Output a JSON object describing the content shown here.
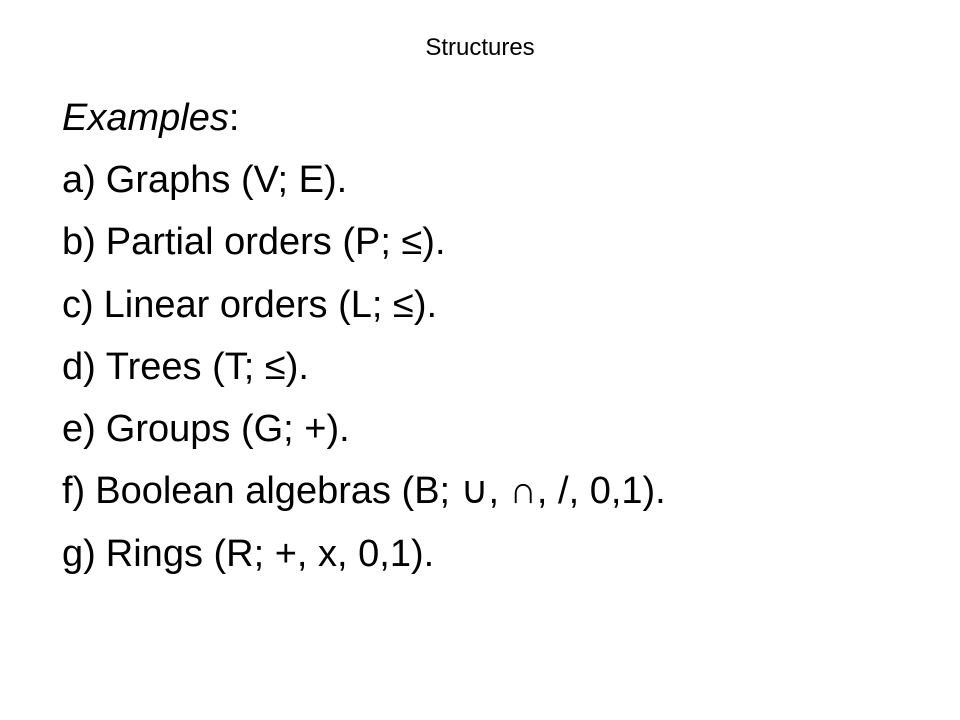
{
  "slide": {
    "title": "Structures",
    "heading_word": "Examples",
    "heading_colon": ":",
    "examples": [
      {
        "letter": "a)",
        "text": "Graphs (V; E)."
      },
      {
        "letter": "b)",
        "text": "Partial orders (P; ≤)."
      },
      {
        "letter": "c)",
        "text": "Linear orders (L; ≤)."
      },
      {
        "letter": "d)",
        "text": "Trees (T; ≤)."
      },
      {
        "letter": "e)",
        "text": "Groups (G; +)."
      },
      {
        "letter": "f)",
        "text": "Boolean algebras (B; ∪, ∩, /, 0,1)."
      },
      {
        "letter": "g)",
        "text": "Rings (R; +, x, 0,1)."
      }
    ]
  }
}
